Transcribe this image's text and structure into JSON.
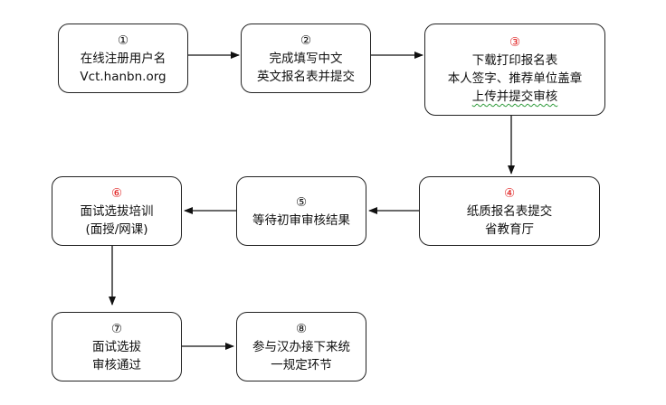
{
  "steps": [
    {
      "num": "①",
      "lines": [
        "在线注册用户名",
        "Vct.hanbn.org"
      ],
      "num_color": "#111111"
    },
    {
      "num": "②",
      "lines": [
        "完成填写中文",
        "英文报名表并提交"
      ],
      "num_color": "#111111"
    },
    {
      "num": "③",
      "lines": [
        "下载打印报名表",
        "本人签字、推荐单位盖章",
        "上传并提交审核"
      ],
      "num_color": "#e02020"
    },
    {
      "num": "④",
      "lines": [
        "纸质报名表提交",
        "省教育厅"
      ],
      "num_color": "#e02020"
    },
    {
      "num": "⑤",
      "lines": [
        "等待初审审核结果"
      ],
      "num_color": "#111111"
    },
    {
      "num": "⑥",
      "lines": [
        "面试选拔培训",
        "(面授/网课)"
      ],
      "num_color": "#e02020"
    },
    {
      "num": "⑦",
      "lines": [
        "面试选拔",
        "审核通过"
      ],
      "num_color": "#111111"
    },
    {
      "num": "⑧",
      "lines": [
        "参与汉办接下来统",
        "一规定环节"
      ],
      "num_color": "#111111"
    }
  ],
  "colors": {
    "border": "#222222",
    "accent_red": "#e02020",
    "spellcheck_underline": "#2e9b3a"
  }
}
